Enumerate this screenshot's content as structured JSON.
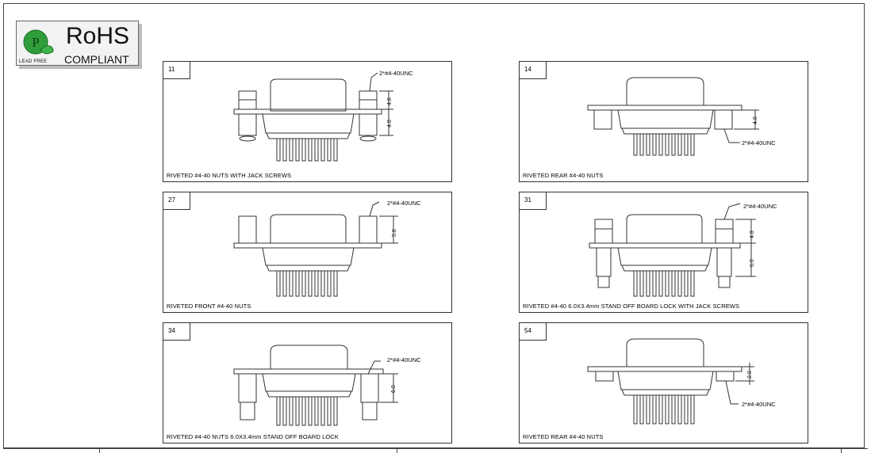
{
  "rohs": {
    "title": "RoHS",
    "subtitle": "COMPLIANT",
    "lead_free": "LEAD FREE",
    "logo_letter": "P"
  },
  "panels": [
    {
      "num": "11",
      "caption": "RIVETED #4-40 NUTS WITH JACK SCREWS",
      "note": "2*#4-40UNC",
      "dims": [
        "4.8",
        "4.0"
      ]
    },
    {
      "num": "14",
      "caption": "RIVETED REAR #4-40 NUTS",
      "note": "2*#4-40UNC",
      "dims": [
        "4.0"
      ]
    },
    {
      "num": "27",
      "caption": "RIVETED FRONT #4-40 NUTS",
      "note": "2*#4-40UNC",
      "dims": [
        "5.8"
      ]
    },
    {
      "num": "31",
      "caption": "RIVETED #4-40 6.0X3.4mm STAND OFF BOARD LOCK WITH JACK SCREWS",
      "note": "2*#4-40UNC",
      "dims": [
        "4.8",
        "6.0"
      ]
    },
    {
      "num": "34",
      "caption": "RIVETED #4-40 NUTS 6.0X3.4mm STAND OFF BOARD LOCK",
      "note": "2*#4-40UNC",
      "dims": [
        "6.0"
      ]
    },
    {
      "num": "54",
      "caption": "RIVETED REAR #4-40 NUTS",
      "note": "2*#4-40UNC",
      "dims": [
        "2.0"
      ]
    }
  ]
}
